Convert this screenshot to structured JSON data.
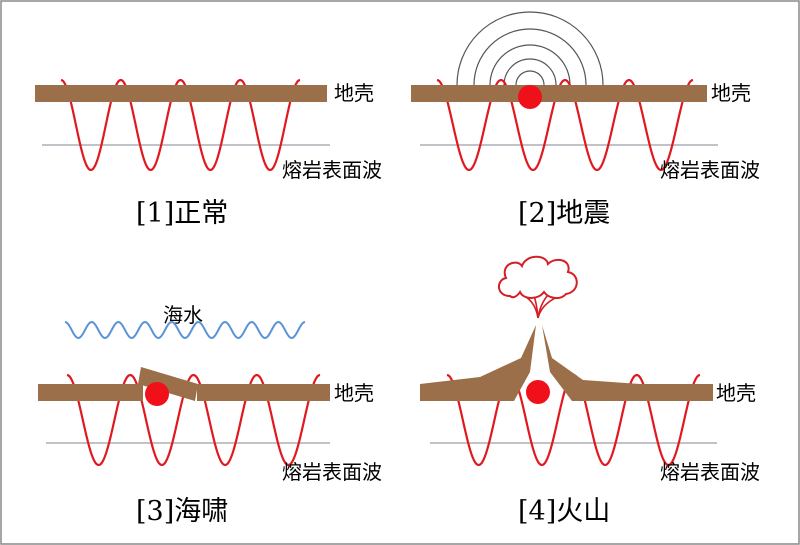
{
  "colors": {
    "crust": "#9A6F49",
    "wave": "#E0191F",
    "focus": "#F0101A",
    "baseline": "#9AA0A8",
    "sea": "#5B93D6",
    "arcs": "#555555",
    "cloud": "#D51F26",
    "frame": "#888888"
  },
  "panels": [
    {
      "id": "normal",
      "caption": "[1]正常",
      "crust_label": "地壳",
      "wave_label": "熔岩表面波"
    },
    {
      "id": "earthquake",
      "caption": "[2]地震",
      "crust_label": "地壳",
      "wave_label": "熔岩表面波"
    },
    {
      "id": "tsunami",
      "caption": "[3]海啸",
      "crust_label": "地壳",
      "wave_label": "熔岩表面波",
      "sea_label": "海水"
    },
    {
      "id": "volcano",
      "caption": "[4]火山",
      "crust_label": "地壳",
      "wave_label": "熔岩表面波"
    }
  ]
}
